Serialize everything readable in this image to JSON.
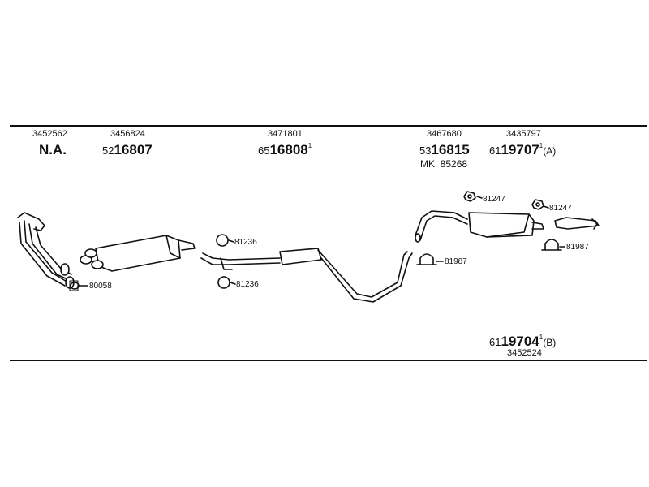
{
  "groups": [
    {
      "ref": "3452562",
      "prefix": "",
      "number": "N.A.",
      "mark": "",
      "suffix": ""
    },
    {
      "ref": "3456824",
      "prefix": "52",
      "number": "16807",
      "mark": "",
      "suffix": ""
    },
    {
      "ref": "3471801",
      "prefix": "65",
      "number": "16808",
      "mark": "1",
      "suffix": ""
    },
    {
      "ref": "3467680",
      "prefix": "53",
      "number": "16815",
      "mark": "",
      "suffix": ""
    },
    {
      "ref": "3435797",
      "prefix": "61",
      "number": "19707",
      "mark": "1",
      "suffix": "(A)"
    }
  ],
  "kit": {
    "code": "MK",
    "number": "85268"
  },
  "bottom_group": {
    "prefix": "61",
    "number": "19704",
    "mark": "1",
    "suffix": "(B)",
    "ref": "3452524"
  },
  "part_labels": {
    "gasket_front": "80058",
    "ring_upper": "81236",
    "ring_lower": "81236",
    "clamp_mid": "81987",
    "mount_left": "81247",
    "mount_right": "81247",
    "clamp_rear": "81987"
  }
}
